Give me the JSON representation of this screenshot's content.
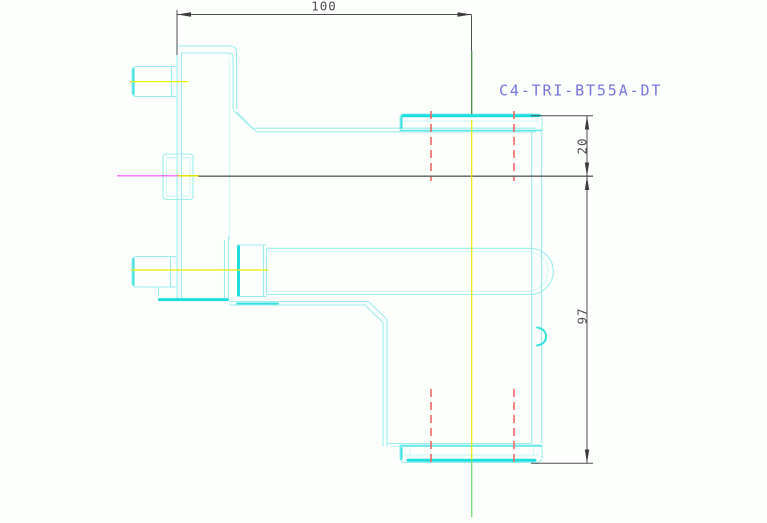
{
  "drawing": {
    "part_label": "C4-TRI-BT55A-DT",
    "dimensions": {
      "overall_width": "100",
      "flange_thickness": "20",
      "body_length": "97"
    },
    "colors": {
      "geometry_cyan": "#1cdede",
      "geometry_cyan_light": "#9deeee",
      "centerline_yellow": "#eded00",
      "centerline_green": "#72e072",
      "centerline_magenta": "#f57af5",
      "hidden_line_red": "#f26868",
      "dimension_gray": "#4f4f4f",
      "label_blue": "#7575dd",
      "background": "#ffffff"
    }
  }
}
